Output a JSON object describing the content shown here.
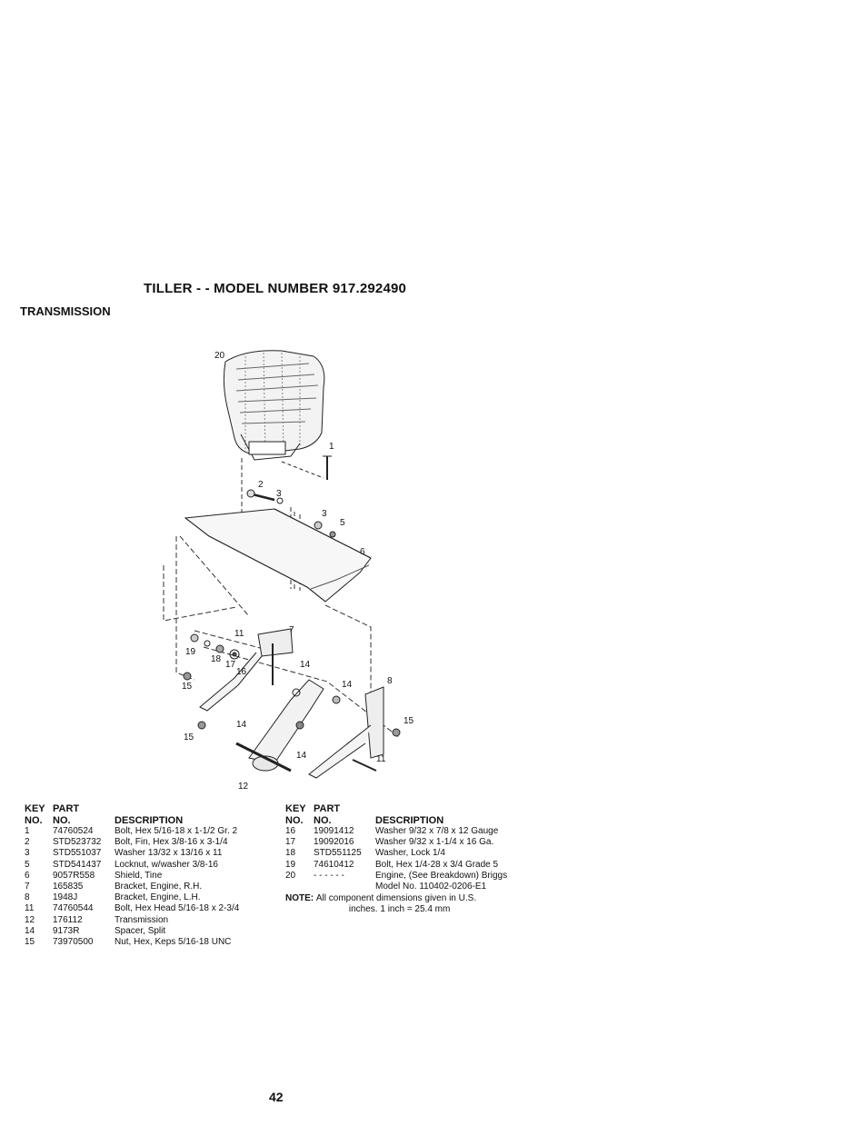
{
  "title": "TILLER - - MODEL NUMBER 917.292490",
  "section": "TRANSMISSION",
  "diagram": {
    "callouts": [
      "20",
      "1",
      "2",
      "3",
      "3",
      "5",
      "6",
      "7",
      "11",
      "19",
      "18",
      "17",
      "16",
      "14",
      "14",
      "8",
      "15",
      "15",
      "15",
      "14",
      "14",
      "11",
      "12"
    ]
  },
  "table": {
    "headers": {
      "key_line1": "KEY",
      "part_line1": "PART",
      "key_line2": "NO.",
      "part_line2": "NO.",
      "description": "DESCRIPTION"
    },
    "left_rows": [
      {
        "key": "1",
        "part": "74760524",
        "desc": "Bolt, Hex 5/16-18 x 1-1/2 Gr. 2"
      },
      {
        "key": "2",
        "part": "STD523732",
        "desc": "Bolt, Fin, Hex 3/8-16 x 3-1/4"
      },
      {
        "key": "3",
        "part": "STD551037",
        "desc": "Washer 13/32 x 13/16 x 11"
      },
      {
        "key": "5",
        "part": "STD541437",
        "desc": "Locknut, w/washer 3/8-16"
      },
      {
        "key": "6",
        "part": "9057R558",
        "desc": "Shield, Tine"
      },
      {
        "key": "7",
        "part": "165835",
        "desc": "Bracket, Engine, R.H."
      },
      {
        "key": "8",
        "part": "1948J",
        "desc": "Bracket, Engine, L.H."
      },
      {
        "key": "11",
        "part": "74760544",
        "desc": "Bolt, Hex Head 5/16-18 x 2-3/4"
      },
      {
        "key": "12",
        "part": "176112",
        "desc": "Transmission"
      },
      {
        "key": "14",
        "part": "9173R",
        "desc": "Spacer, Split"
      },
      {
        "key": "15",
        "part": "73970500",
        "desc": "Nut, Hex, Keps 5/16-18 UNC"
      }
    ],
    "right_rows": [
      {
        "key": "16",
        "part": "19091412",
        "desc": "Washer 9/32 x 7/8 x 12 Gauge"
      },
      {
        "key": "17",
        "part": "19092016",
        "desc": "Washer 9/32 x 1-1/4 x 16 Ga."
      },
      {
        "key": "18",
        "part": "STD551125",
        "desc": "Washer, Lock 1/4"
      },
      {
        "key": "19",
        "part": "74610412",
        "desc": "Bolt, Hex 1/4-28 x 3/4 Grade 5"
      },
      {
        "key": "20",
        "part": "- - - - - -",
        "desc": "Engine, (See Breakdown) Briggs",
        "desc2": "Model No. 110402-0206-E1"
      }
    ]
  },
  "note": {
    "label": "NOTE:",
    "line1": "All component dimensions given in U.S.",
    "line2": "inches. 1 inch = 25.4 mm"
  },
  "page_number": "42"
}
